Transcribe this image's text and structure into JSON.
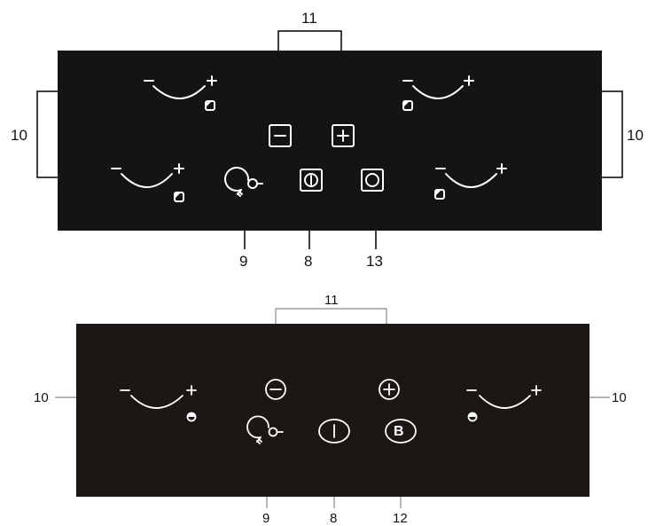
{
  "top_panel": {
    "label_10_left": "10",
    "label_10_right": "10",
    "label_11": "11",
    "label_9": "9",
    "label_8": "8",
    "label_13": "13",
    "zones": [
      "front-left",
      "rear-left",
      "rear-right",
      "front-right"
    ],
    "controls": [
      "key-lock",
      "power",
      "minus",
      "plus",
      "circle"
    ]
  },
  "bottom_panel": {
    "label_10_left": "10",
    "label_10_right": "10",
    "label_11": "11",
    "label_9": "9",
    "label_8": "8",
    "label_12": "12",
    "booster_letter": "B",
    "zones": [
      "left",
      "right"
    ],
    "controls": [
      "minus",
      "plus",
      "key-lock",
      "power",
      "booster"
    ]
  },
  "colors": {
    "panel_top": "#141414",
    "panel_bottom": "#1c1614",
    "symbols": "#ffffff",
    "leaders": "#000000"
  }
}
